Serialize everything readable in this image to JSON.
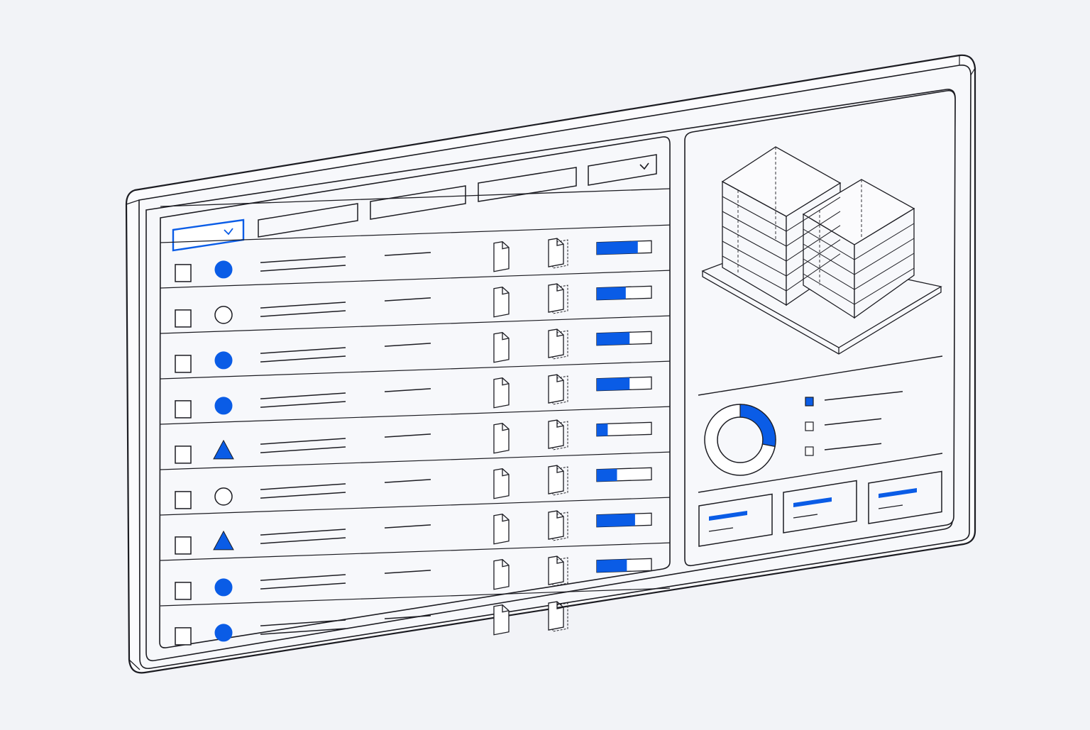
{
  "colors": {
    "background": "#f2f3f7",
    "panel": "#f6f7fa",
    "line": "#1c1c22",
    "accent": "#0a5ce6",
    "progress_track": "#ffffff"
  },
  "table": {
    "header": {
      "filter_dropdown_icon": "chevron-down-icon",
      "columns": [
        "",
        "",
        "",
        ""
      ],
      "top_dropdown_icon": "chevron-down-icon"
    },
    "rows": [
      {
        "checked": false,
        "status": "filled-circle",
        "progress": 0.75
      },
      {
        "checked": false,
        "status": "hollow-circle",
        "progress": 0.53
      },
      {
        "checked": false,
        "status": "filled-circle",
        "progress": 0.6
      },
      {
        "checked": false,
        "status": "filled-circle",
        "progress": 0.6
      },
      {
        "checked": false,
        "status": "triangle",
        "progress": 0.2
      },
      {
        "checked": false,
        "status": "hollow-circle",
        "progress": 0.37
      },
      {
        "checked": false,
        "status": "triangle",
        "progress": 0.7
      },
      {
        "checked": false,
        "status": "filled-circle",
        "progress": 0.55
      },
      {
        "checked": false,
        "status": "filled-circle",
        "progress": null
      }
    ],
    "doc_icon": "document-icon",
    "stack_icon": "document-stack-icon"
  },
  "side_panel": {
    "model_icon": "isometric-building-model",
    "donut": {
      "fraction": 0.28
    },
    "legend": [
      {
        "filled": true
      },
      {
        "filled": false
      },
      {
        "filled": false
      }
    ],
    "cards": [
      {
        "label": ""
      },
      {
        "label": ""
      },
      {
        "label": ""
      }
    ]
  }
}
